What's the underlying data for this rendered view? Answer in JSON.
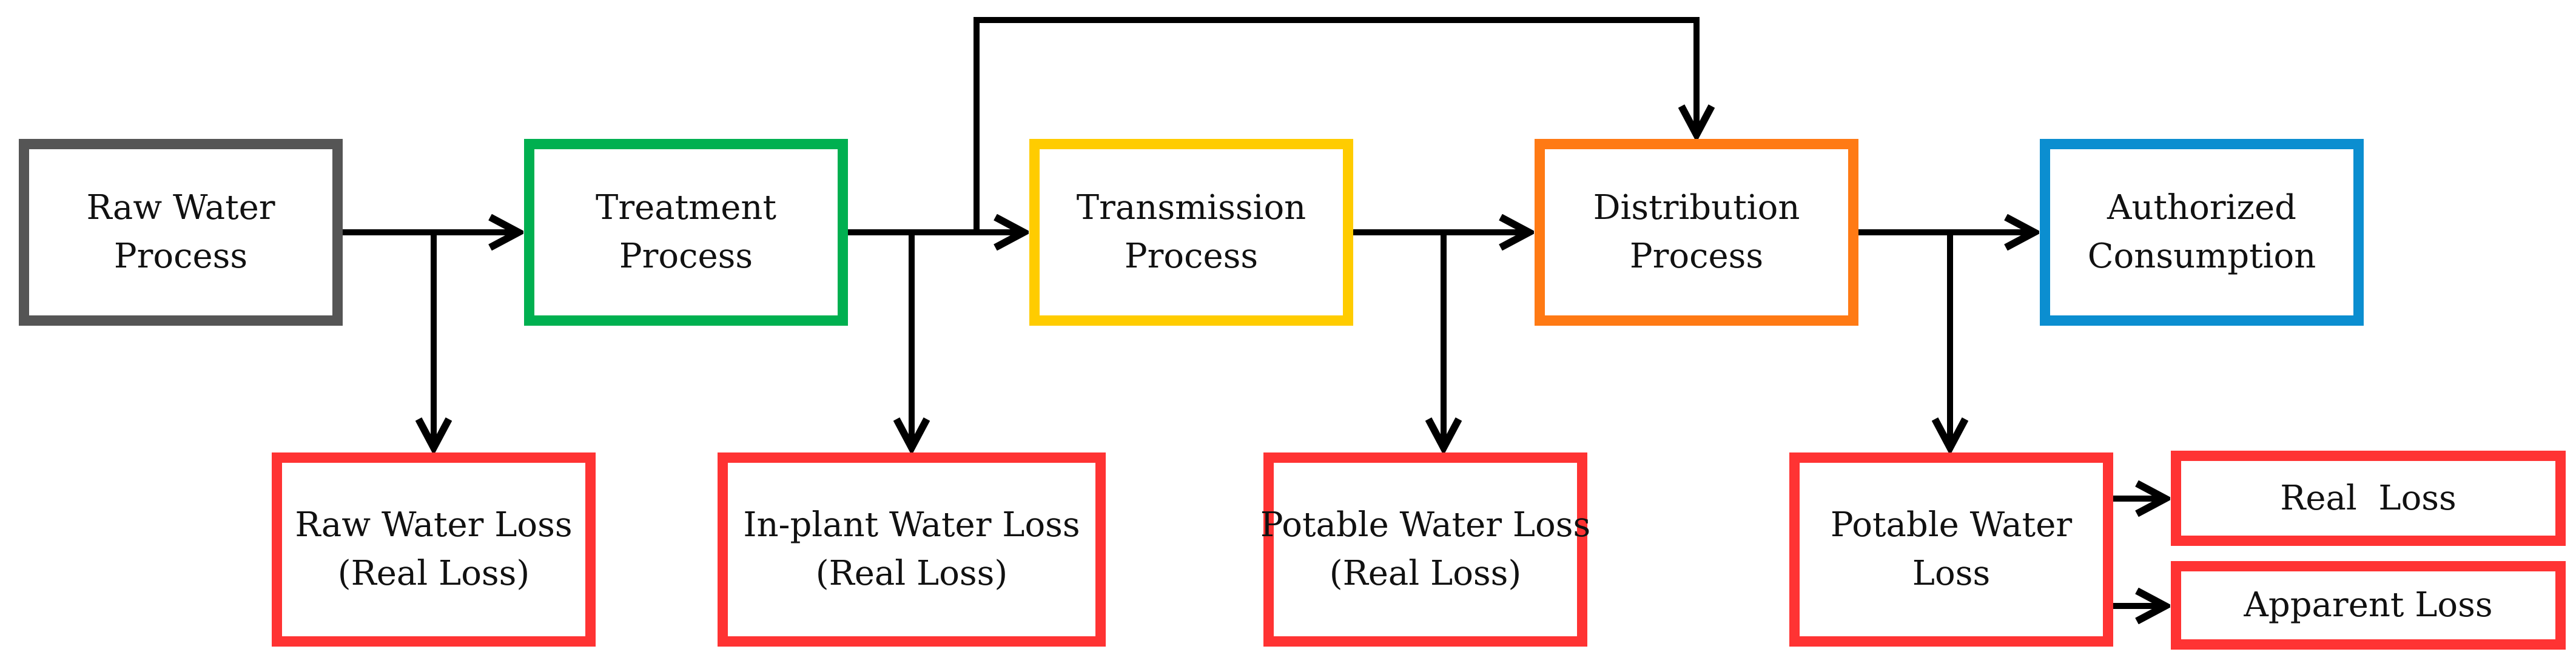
{
  "colors": {
    "raw": "#555555",
    "treatment": "#00b050",
    "transmission": "#ffcc00",
    "distribution": "#ff7a14",
    "authorized": "#0b8ed0",
    "loss": "#ff3333",
    "arrow": "#000000"
  },
  "process": {
    "raw": [
      "Raw Water",
      "Process"
    ],
    "treatment": [
      "Treatment",
      "Process"
    ],
    "transmission": [
      "Transmission",
      "Process"
    ],
    "distribution": [
      "Distribution",
      "Process"
    ],
    "authorized": [
      "Authorized",
      "Consumption"
    ]
  },
  "loss": {
    "raw": [
      "Raw Water Loss",
      "(Real Loss)"
    ],
    "inplant": [
      "In-plant Water Loss",
      "(Real Loss)"
    ],
    "potable1": [
      "Potable Water Loss",
      "(Real Loss)"
    ],
    "potable2": [
      "Potable Water",
      "Loss"
    ],
    "real": "Real  Loss",
    "apparent": "Apparent Loss"
  }
}
